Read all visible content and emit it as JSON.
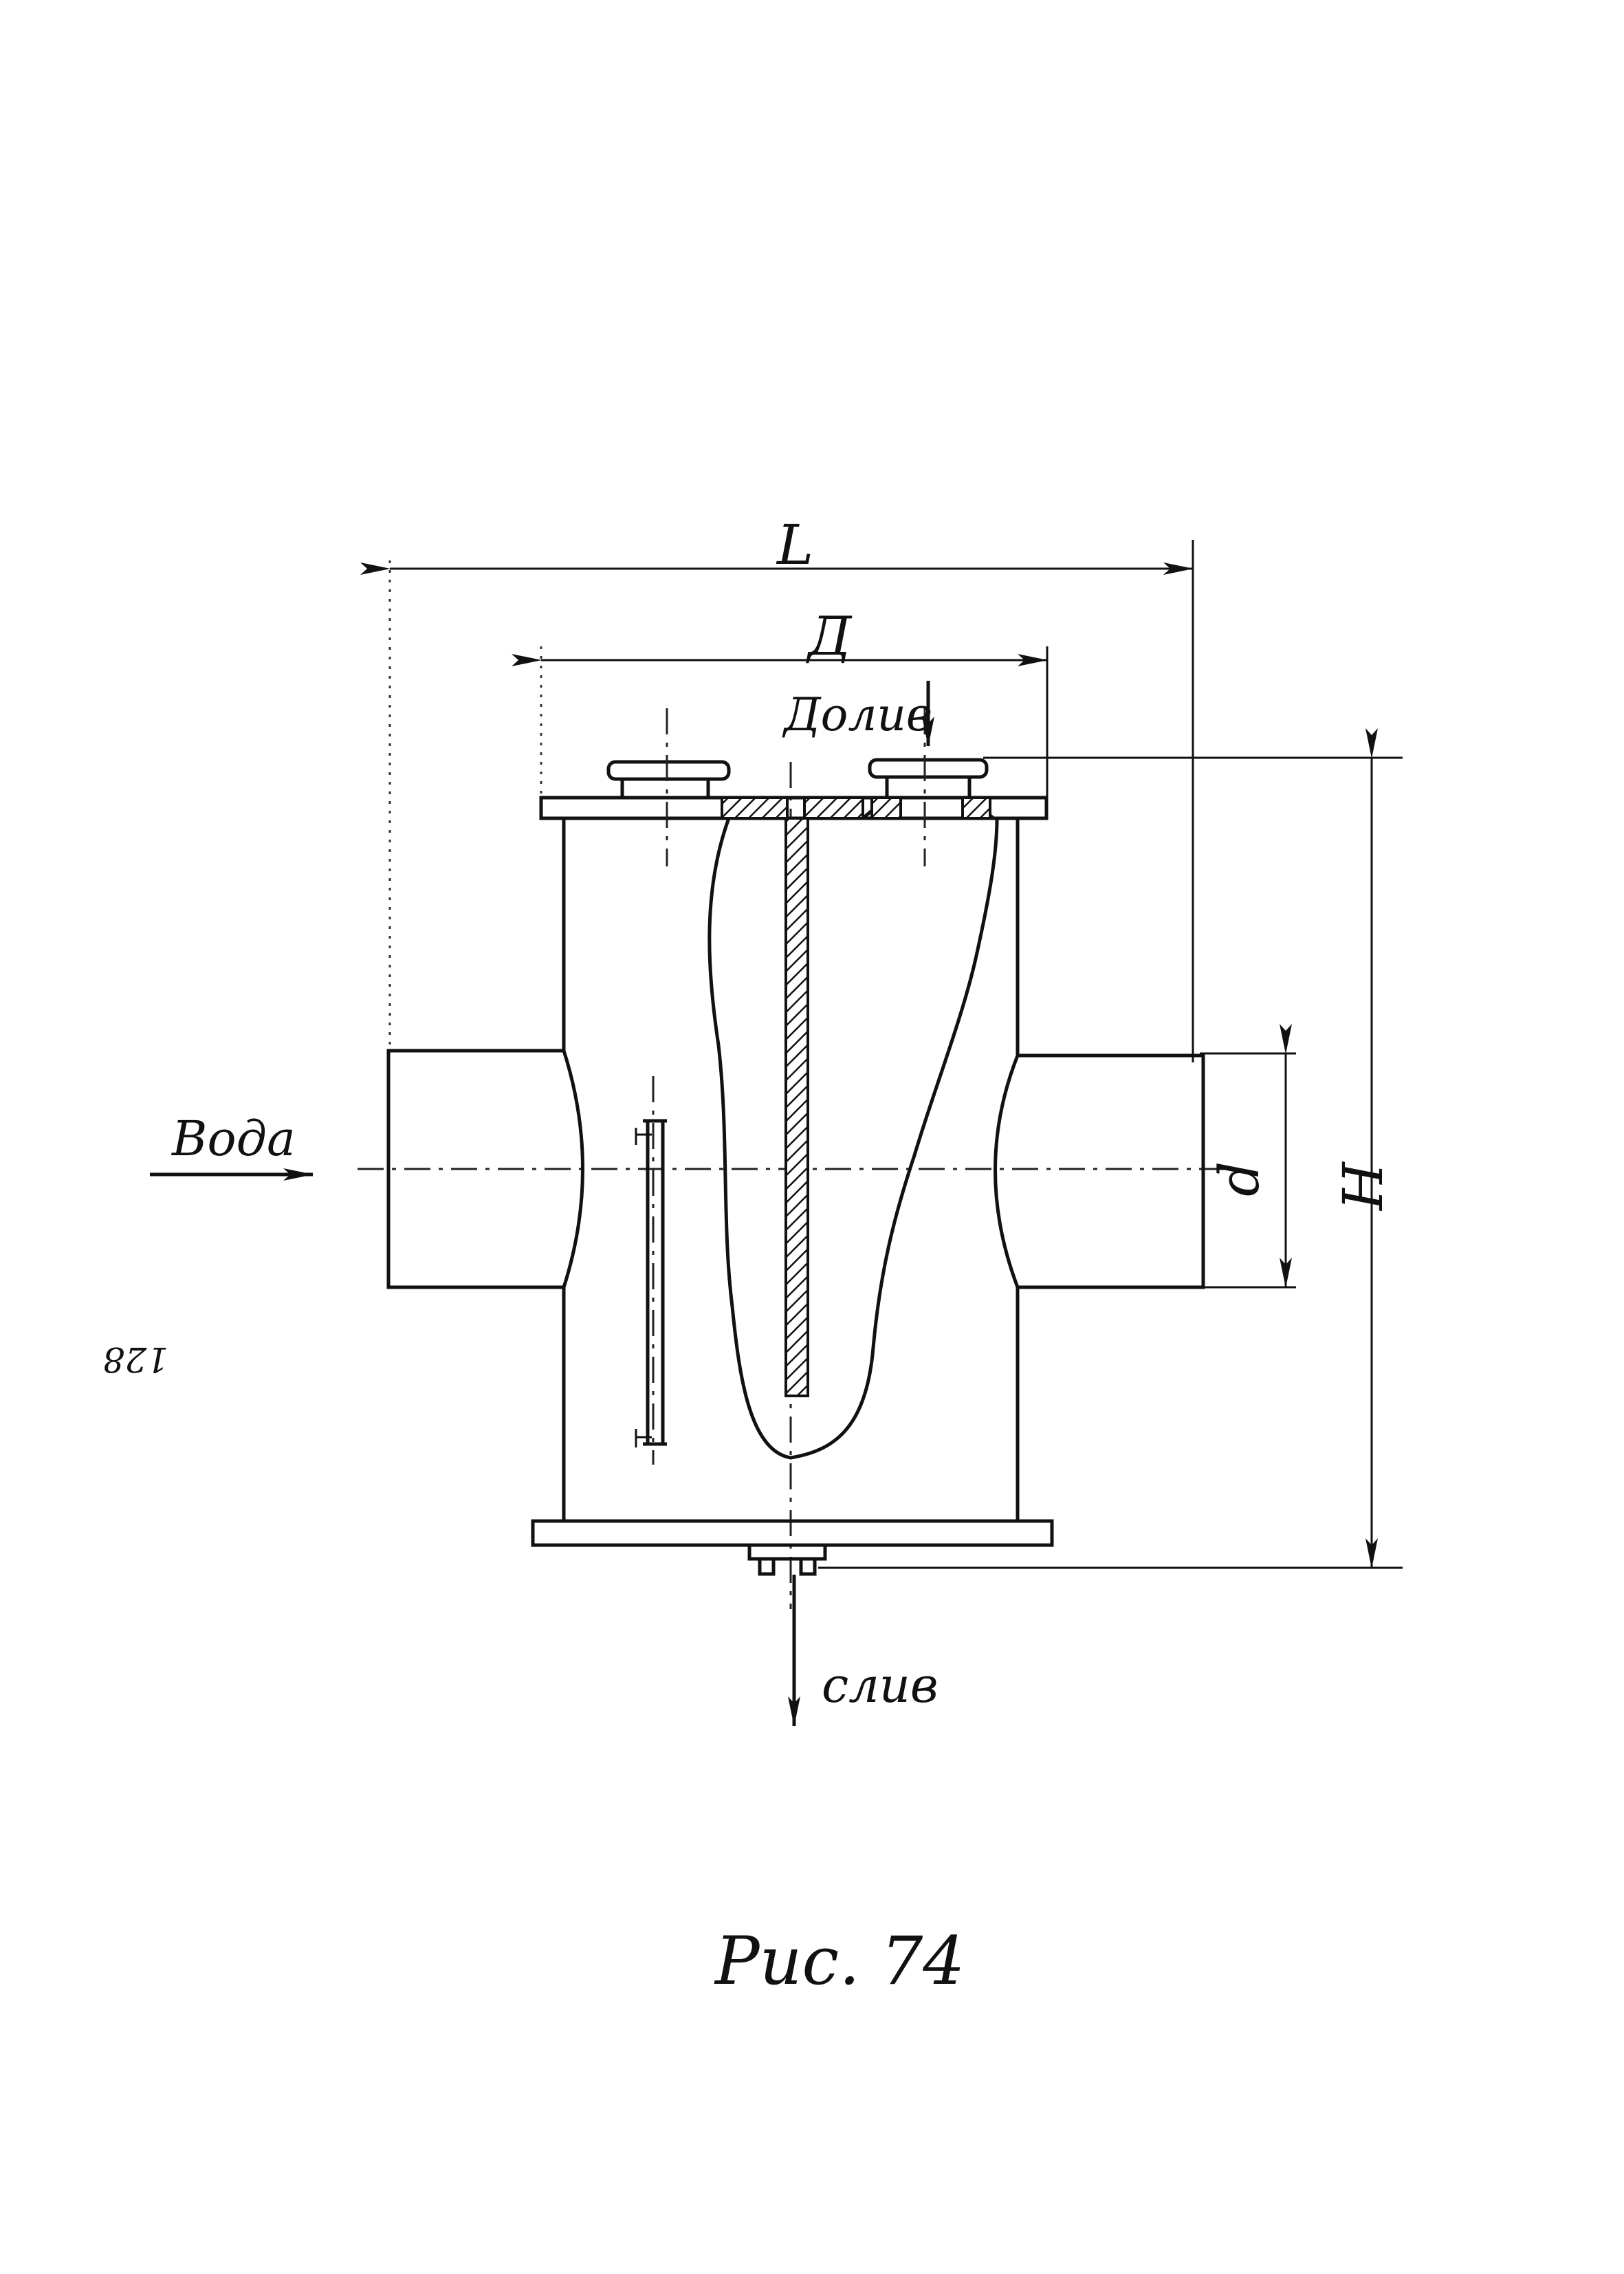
{
  "labels": {
    "overall_length": "L",
    "body_diameter": "Д",
    "top_inlet": "Долив",
    "water_inlet": "Вода",
    "pipe_diameter": "d",
    "height": "H",
    "drain": "слив",
    "page_number": "128",
    "caption": "Рис. 74"
  }
}
